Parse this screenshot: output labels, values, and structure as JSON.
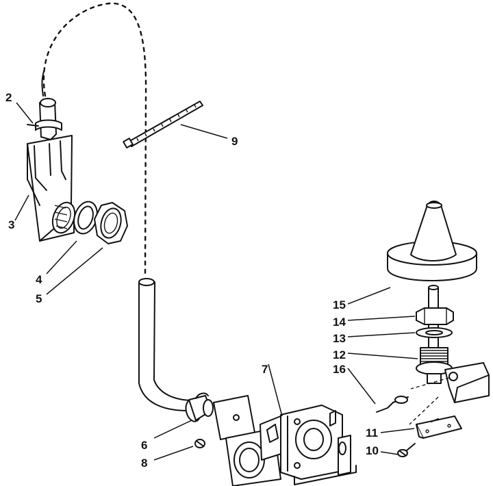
{
  "callouts": [
    {
      "id": "2",
      "label": "2"
    },
    {
      "id": "3",
      "label": "3"
    },
    {
      "id": "4",
      "label": "4"
    },
    {
      "id": "5",
      "label": "5"
    },
    {
      "id": "6",
      "label": "6"
    },
    {
      "id": "7",
      "label": "7"
    },
    {
      "id": "8",
      "label": "8"
    },
    {
      "id": "9",
      "label": "9"
    },
    {
      "id": "10",
      "label": "10"
    },
    {
      "id": "11",
      "label": "11"
    },
    {
      "id": "12",
      "label": "12"
    },
    {
      "id": "13",
      "label": "13"
    },
    {
      "id": "14",
      "label": "14"
    },
    {
      "id": "15",
      "label": "15"
    },
    {
      "id": "16",
      "label": "16"
    }
  ]
}
